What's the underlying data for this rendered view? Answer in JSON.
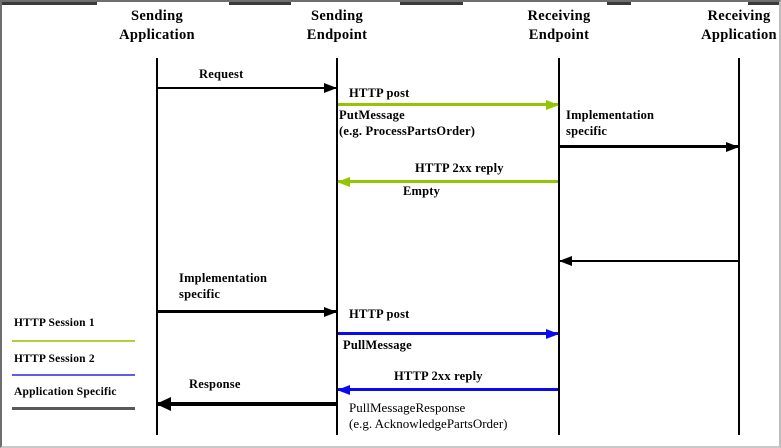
{
  "participants": [
    {
      "label": "Sending\nApplication"
    },
    {
      "label": "Sending\nEndpoint"
    },
    {
      "label": "Receiving\nEndpoint"
    },
    {
      "label": "Receiving\nApplication"
    }
  ],
  "messages": {
    "request": {
      "label": "Request"
    },
    "http_post_1": {
      "label": "HTTP post",
      "payload": "PutMessage\n(e.g. ProcessPartsOrder)"
    },
    "impl_specific_right": {
      "label": "Implementation\nspecific"
    },
    "http_reply_1": {
      "label": "HTTP 2xx reply",
      "payload": "Empty"
    },
    "impl_specific_left": {
      "label": "Implementation\nspecific"
    },
    "http_post_2": {
      "label": "HTTP post",
      "payload": "PullMessage"
    },
    "http_reply_2": {
      "label": "HTTP 2xx reply",
      "payload": "PullMessageResponse\n(e.g. AcknowledgePartsOrder)"
    },
    "response": {
      "label": "Response"
    }
  },
  "legend": [
    {
      "label": "HTTP Session 1",
      "color": "#aed136"
    },
    {
      "label": "HTTP Session 2",
      "color": "#5c5cf0"
    },
    {
      "label": "Application Specific",
      "color": "#595959"
    }
  ],
  "colors": {
    "http_session_1_arrow": "#93c502",
    "http_session_2_arrow": "#0a0af0",
    "application_specific_arrow": "#000000"
  }
}
